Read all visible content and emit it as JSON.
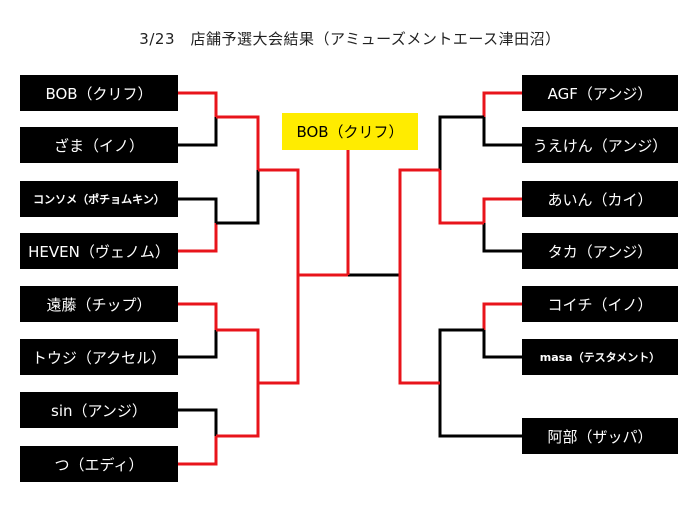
{
  "title": "3/23　店舗予選大会結果（アミューズメントエース津田沼）",
  "winner": "BOB（クリフ）",
  "left_players": [
    "BOB（クリフ）",
    "ざま（イノ）",
    "コンソメ（ポチョムキン）",
    "HEVEN（ヴェノム）",
    "遠藤（チップ）",
    "トウジ（アクセル）",
    "sin（アンジ）",
    "つ（エディ）"
  ],
  "right_players": [
    "AGF（アンジ）",
    "うえけん（アンジ）",
    "あいん（カイ）",
    "タカ（アンジ）",
    "コイチ（イノ）",
    "masa（テスタメント）",
    "阿部（ザッパ）"
  ],
  "colors": {
    "advance_line": "#e8141b",
    "eliminated_line": "#000000",
    "winner_fill": "#ffec00",
    "player_fill": "#000000"
  }
}
